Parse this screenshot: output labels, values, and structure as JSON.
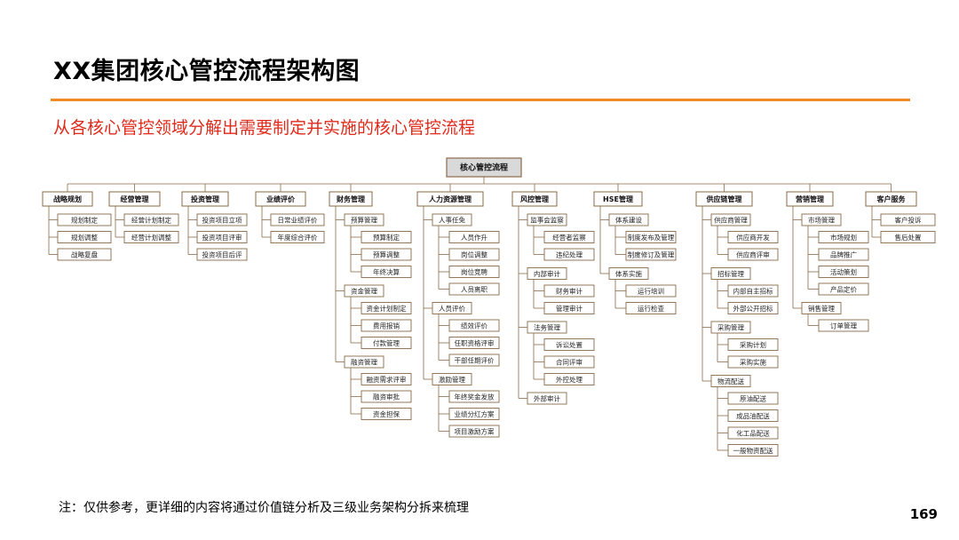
{
  "header": {
    "title": "XX集团核心管控流程架构图",
    "subtitle": "从各核心管控领域分解出需要制定并实施的核心管控流程"
  },
  "footer": {
    "note": "注：仅供参考，更详细的内容将通过价值链分析及三级业务架构分拆来梳理",
    "page_number": "169"
  },
  "colors": {
    "accent_rule": "#f08a24",
    "subtitle": "#e02a1c",
    "box_border": "#8a6a4a",
    "root_fill": "#d9d9d9"
  },
  "tree": {
    "root": "核心管控流程",
    "domains": [
      {
        "name": "战略规划",
        "children": [
          "规划制定",
          "规划调整",
          "战略复盘"
        ]
      },
      {
        "name": "经营管理",
        "children": [
          "经营计划制定",
          "经营计划调整"
        ]
      },
      {
        "name": "投资管理",
        "children": [
          "投资项目立项",
          "投资项目评审",
          "投资项目后评"
        ]
      },
      {
        "name": "业绩评价",
        "children": [
          "日常业绩评价",
          "年度综合评价"
        ]
      },
      {
        "name": "财务管理",
        "children": [
          {
            "name": "预算管理",
            "children": [
              "预算制定",
              "预算调整",
              "年终决算"
            ]
          },
          {
            "name": "资金管理",
            "children": [
              "资金计划制定",
              "费用报销",
              "付款管理"
            ]
          },
          {
            "name": "融资管理",
            "children": [
              "融资需求评审",
              "融资审批",
              "资金担保"
            ]
          }
        ]
      },
      {
        "name": "人力资源管理",
        "children": [
          {
            "name": "人事任免",
            "children": [
              "人员作升",
              "岗位调整",
              "岗位竞聘",
              "人员离职"
            ]
          },
          {
            "name": "人员评价",
            "children": [
              "绩效评价",
              "任职资格评审",
              "干部任期评价"
            ]
          },
          {
            "name": "激励管理",
            "children": [
              "年终奖金发放",
              "业绩分红方案",
              "项目激励方案"
            ]
          }
        ]
      },
      {
        "name": "风控管理",
        "children": [
          {
            "name": "监事会监察",
            "children": [
              "经营者监察",
              "违纪处理"
            ]
          },
          {
            "name": "内部审计",
            "children": [
              "财务审计",
              "管理审计"
            ]
          },
          {
            "name": "法务管理",
            "children": [
              "诉讼处置",
              "合同评审",
              "外控处理"
            ]
          },
          {
            "name": "外部审计",
            "children": []
          }
        ]
      },
      {
        "name": "HSE管理",
        "children": [
          {
            "name": "体系建设",
            "children": [
              "制度发布及管理",
              "制度修订及管理"
            ]
          },
          {
            "name": "体系实施",
            "children": [
              "运行培训",
              "运行检查"
            ]
          }
        ]
      },
      {
        "name": "供应链管理",
        "children": [
          {
            "name": "供应商管理",
            "children": [
              "供应商开发",
              "供应商评审"
            ]
          },
          {
            "name": "招标管理",
            "children": [
              "内部自主招标",
              "外部公开招标"
            ]
          },
          {
            "name": "采购管理",
            "children": [
              "采购计划",
              "采购实施"
            ]
          },
          {
            "name": "物流配送",
            "children": [
              "原油配送",
              "成品油配送",
              "化工品配送",
              "一般物资配送"
            ]
          }
        ]
      },
      {
        "name": "营销管理",
        "children": [
          {
            "name": "市场管理",
            "children": [
              "市场规划",
              "品牌推广",
              "活动策划",
              "产品定价"
            ]
          },
          {
            "name": "销售管理",
            "children": [
              "订单管理"
            ]
          }
        ]
      },
      {
        "name": "客户服务",
        "children": [
          "客户投诉",
          "售后处置"
        ]
      }
    ]
  }
}
